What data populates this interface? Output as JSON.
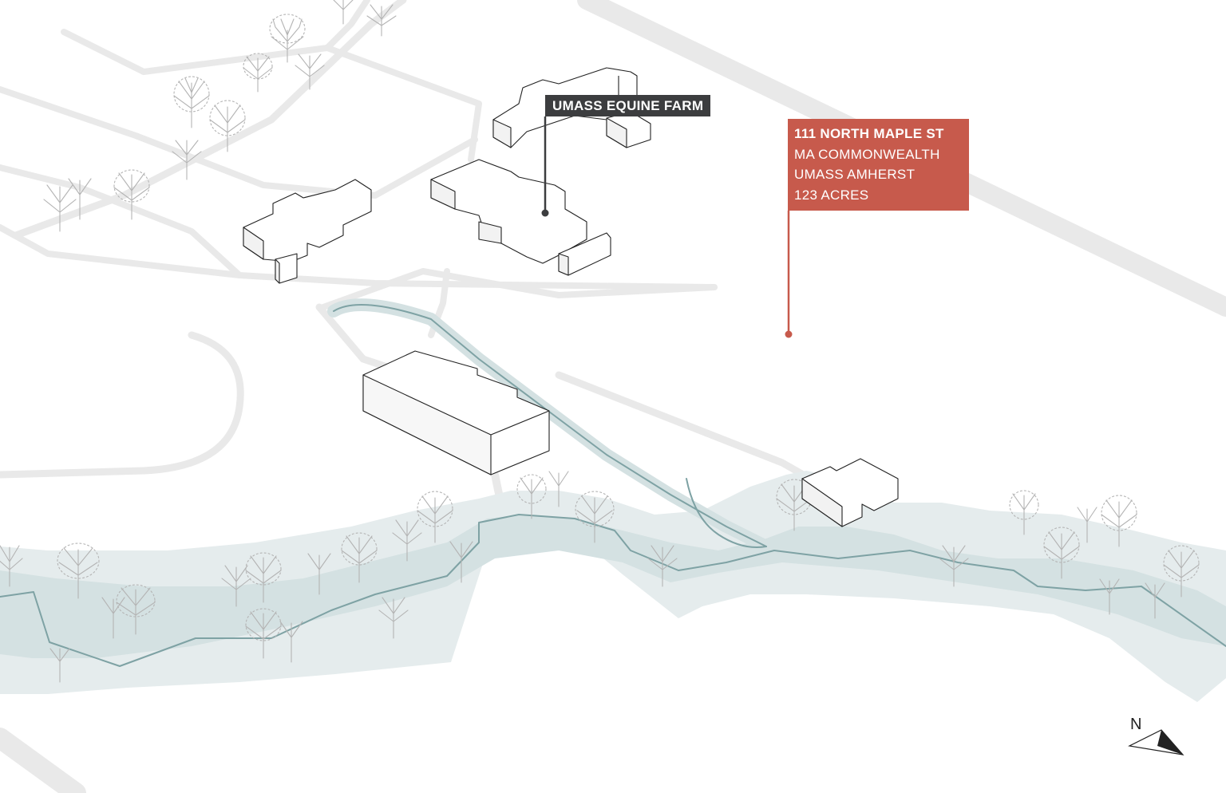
{
  "labels": {
    "farm": "UMASS EQUINE FARM",
    "parcel": {
      "title": "111 NORTH MAPLE ST",
      "owner": "MA COMMONWEALTH",
      "institution": "UMASS AMHERST",
      "area": "123 ACRES"
    }
  },
  "north_arrow": {
    "letter": "N"
  },
  "colors": {
    "farm_tag": "#3c3d3f",
    "parcel_tag": "#c75a4c",
    "wetland_outer": "#e5eced",
    "wetland_inner": "#d4e1e2",
    "stream": "#7ea2a4",
    "road": "#e9e9e9",
    "tree": "#b4b4b4",
    "building_stroke": "#222222"
  }
}
